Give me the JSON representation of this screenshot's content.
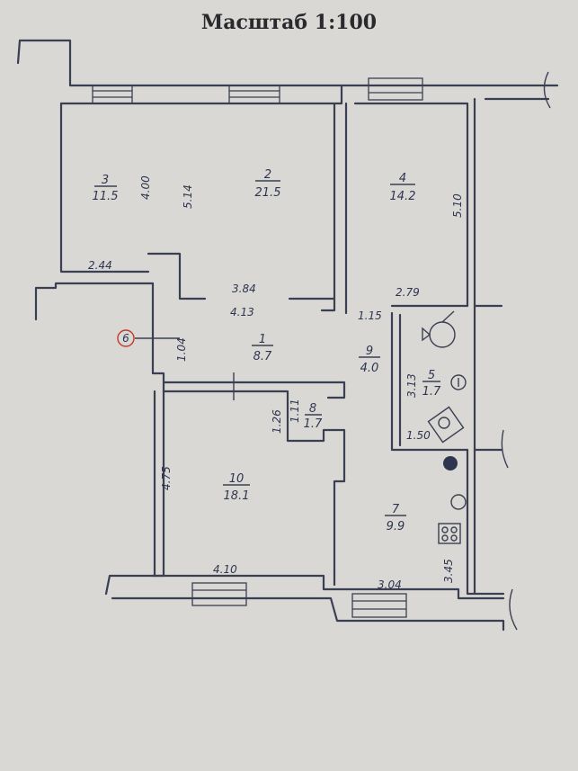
{
  "title": "Масштаб 1:100",
  "rooms": [
    {
      "id": "room-3",
      "number": "3",
      "area": "11.5"
    },
    {
      "id": "room-2",
      "number": "2",
      "area": "21.5"
    },
    {
      "id": "room-4",
      "number": "4",
      "area": "14.2"
    },
    {
      "id": "room-1",
      "number": "1",
      "area": "8.7"
    },
    {
      "id": "room-9",
      "number": "9",
      "area": "4.0"
    },
    {
      "id": "room-5",
      "number": "5",
      "area": "1.7"
    },
    {
      "id": "room-8",
      "number": "8",
      "area": "1.7"
    },
    {
      "id": "room-10",
      "number": "10",
      "area": "18.1"
    },
    {
      "id": "room-7",
      "number": "7",
      "area": "9.9"
    }
  ],
  "dimensions": {
    "d_400": "4.00",
    "d_514": "5.14",
    "d_510": "5.10",
    "d_244": "2.44",
    "d_384": "3.84",
    "d_413": "4.13",
    "d_279": "2.79",
    "d_115": "1.15",
    "d_104": "1.04",
    "d_313": "3.13",
    "d_150": "1.50",
    "d_126": "1.26",
    "d_111": "1.11",
    "d_475": "4.75",
    "d_410": "4.10",
    "d_304": "3.04",
    "d_345": "3.45"
  },
  "marker": "6",
  "colors": {
    "ink": "#3a3f52",
    "paper": "#d9d8d4",
    "marker": "#c0392b"
  }
}
